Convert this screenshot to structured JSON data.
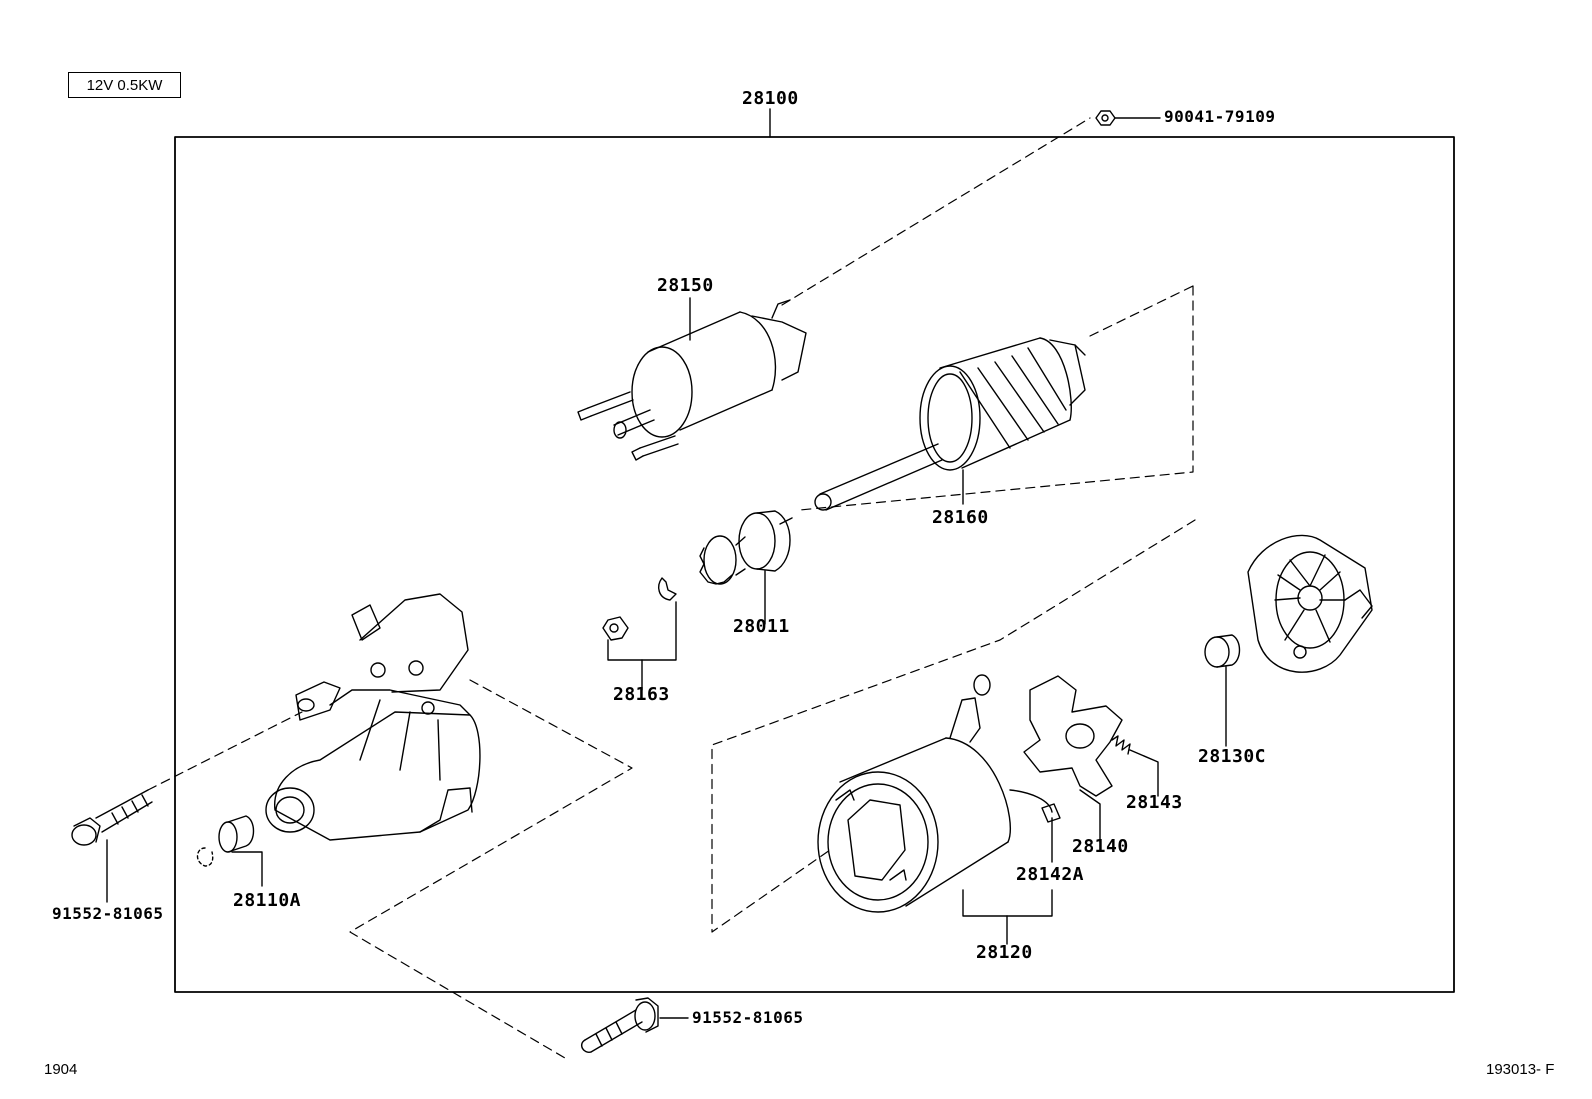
{
  "diagram": {
    "spec": "12V 0.5KW",
    "assembly": "28100",
    "parts": {
      "p90041": "90041-79109",
      "p28150": "28150",
      "p28160": "28160",
      "p28011": "28011",
      "p28163": "28163",
      "p28130c": "28130C",
      "p28143": "28143",
      "p28140": "28140",
      "p28142a": "28142A",
      "p28120": "28120",
      "p28110a": "28110A",
      "p91552_left": "91552-81065",
      "p91552_bottom": "91552-81065"
    },
    "footer_left": "1904",
    "footer_right": "193013- F"
  }
}
